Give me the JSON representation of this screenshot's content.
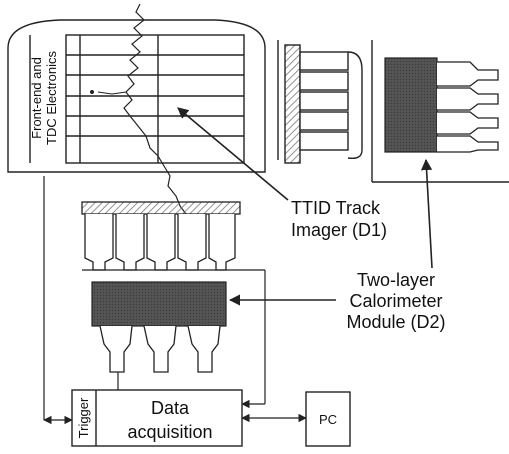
{
  "labels": {
    "electronics_line1": "Front-end and",
    "electronics_line2": "TDC Electronics",
    "imager_line1": "TTID Track",
    "imager_line2": "Imager (D1)",
    "calorimeter_line1": "Two-layer",
    "calorimeter_line2": "Calorimeter",
    "calorimeter_line3": "Module (D2)",
    "trigger": "Trigger",
    "daq_line1": "Data",
    "daq_line2": "acquisition",
    "pc": "PC"
  },
  "colors": {
    "line": "#222222",
    "absorber_fill": "#555555",
    "hatch": "#777777"
  }
}
